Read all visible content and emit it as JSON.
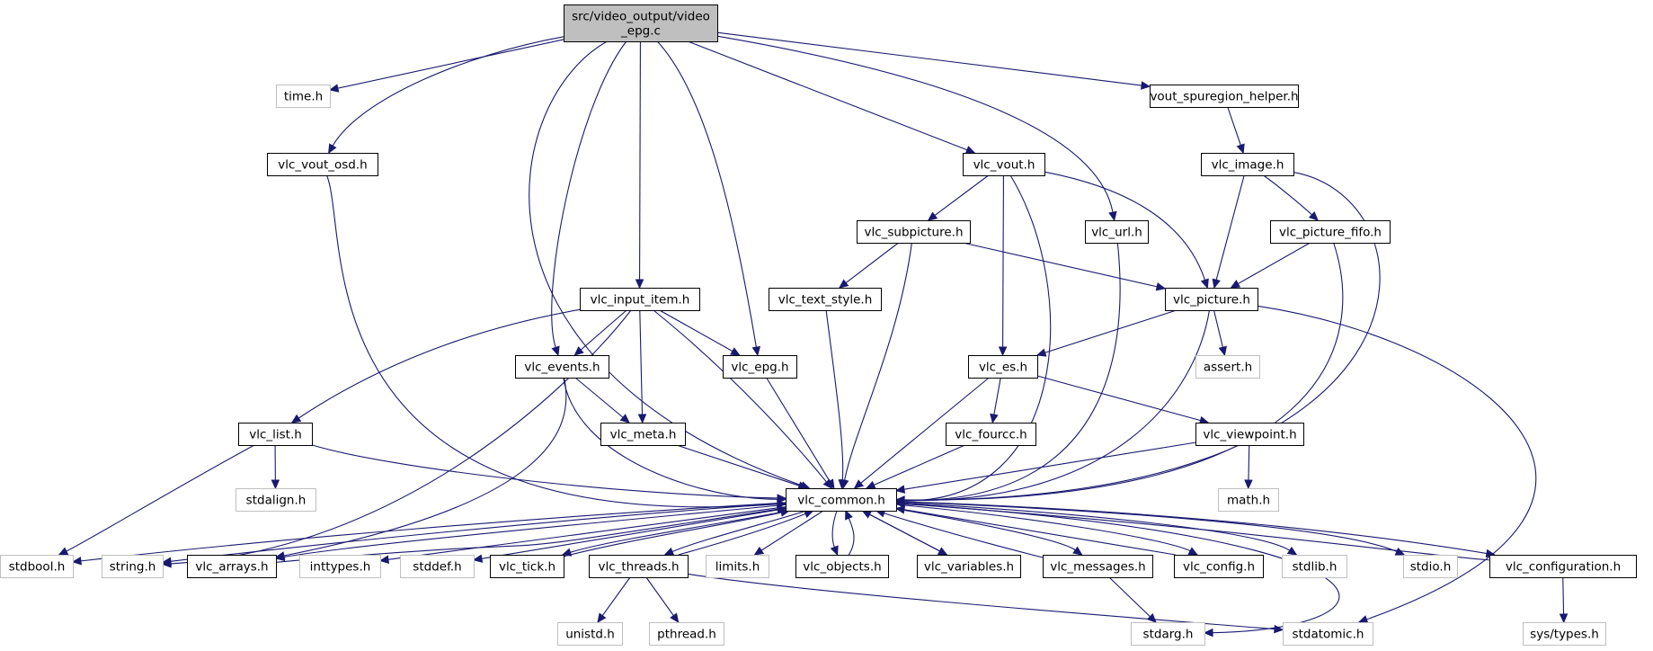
{
  "graph": {
    "root": {
      "id": "root",
      "lines": [
        "src/video_output/video",
        "_epg.c"
      ]
    },
    "nodes": [
      {
        "id": "time",
        "label": "time.h",
        "system": true
      },
      {
        "id": "vout_osd",
        "label": "vlc_vout_osd.h"
      },
      {
        "id": "vlc_vout",
        "label": "vlc_vout.h"
      },
      {
        "id": "spuregion",
        "label": "vout_spuregion_helper.h"
      },
      {
        "id": "vlc_image",
        "label": "vlc_image.h"
      },
      {
        "id": "vlc_subpicture",
        "label": "vlc_subpicture.h"
      },
      {
        "id": "vlc_url",
        "label": "vlc_url.h"
      },
      {
        "id": "vlc_picture_fifo",
        "label": "vlc_picture_fifo.h"
      },
      {
        "id": "vlc_input_item",
        "label": "vlc_input_item.h"
      },
      {
        "id": "vlc_text_style",
        "label": "vlc_text_style.h"
      },
      {
        "id": "vlc_picture",
        "label": "vlc_picture.h"
      },
      {
        "id": "vlc_events",
        "label": "vlc_events.h"
      },
      {
        "id": "vlc_epg",
        "label": "vlc_epg.h"
      },
      {
        "id": "vlc_es",
        "label": "vlc_es.h"
      },
      {
        "id": "assert",
        "label": "assert.h",
        "system": true
      },
      {
        "id": "vlc_list",
        "label": "vlc_list.h"
      },
      {
        "id": "vlc_meta",
        "label": "vlc_meta.h"
      },
      {
        "id": "vlc_fourcc",
        "label": "vlc_fourcc.h"
      },
      {
        "id": "vlc_viewpoint",
        "label": "vlc_viewpoint.h"
      },
      {
        "id": "stdalign",
        "label": "stdalign.h",
        "system": true
      },
      {
        "id": "vlc_common",
        "label": "vlc_common.h"
      },
      {
        "id": "math",
        "label": "math.h",
        "system": true
      },
      {
        "id": "stdbool",
        "label": "stdbool.h",
        "system": true
      },
      {
        "id": "string",
        "label": "string.h",
        "system": true
      },
      {
        "id": "vlc_arrays",
        "label": "vlc_arrays.h"
      },
      {
        "id": "inttypes",
        "label": "inttypes.h",
        "system": true
      },
      {
        "id": "stddef",
        "label": "stddef.h",
        "system": true
      },
      {
        "id": "vlc_tick",
        "label": "vlc_tick.h"
      },
      {
        "id": "vlc_threads",
        "label": "vlc_threads.h"
      },
      {
        "id": "limits",
        "label": "limits.h",
        "system": true
      },
      {
        "id": "vlc_objects",
        "label": "vlc_objects.h"
      },
      {
        "id": "vlc_variables",
        "label": "vlc_variables.h"
      },
      {
        "id": "vlc_messages",
        "label": "vlc_messages.h"
      },
      {
        "id": "vlc_config",
        "label": "vlc_config.h"
      },
      {
        "id": "stdlib",
        "label": "stdlib.h",
        "system": true
      },
      {
        "id": "stdio",
        "label": "stdio.h",
        "system": true
      },
      {
        "id": "vlc_configuration",
        "label": "vlc_configuration.h"
      },
      {
        "id": "unistd",
        "label": "unistd.h",
        "system": true
      },
      {
        "id": "pthread",
        "label": "pthread.h",
        "system": true
      },
      {
        "id": "stdarg",
        "label": "stdarg.h",
        "system": true
      },
      {
        "id": "stdatomic",
        "label": "stdatomic.h",
        "system": true
      },
      {
        "id": "systypes",
        "label": "sys/types.h",
        "system": true
      }
    ],
    "edges": [
      [
        "root",
        "time"
      ],
      [
        "root",
        "vout_osd"
      ],
      [
        "root",
        "vlc_common"
      ],
      [
        "root",
        "vlc_events"
      ],
      [
        "root",
        "vlc_input_item"
      ],
      [
        "root",
        "vlc_epg"
      ],
      [
        "root",
        "vlc_vout"
      ],
      [
        "root",
        "vlc_url"
      ],
      [
        "root",
        "spuregion"
      ],
      [
        "vout_osd",
        "vlc_common"
      ],
      [
        "vlc_vout",
        "vlc_subpicture"
      ],
      [
        "vlc_vout",
        "vlc_es"
      ],
      [
        "vlc_vout",
        "vlc_common"
      ],
      [
        "vlc_vout",
        "vlc_picture"
      ],
      [
        "spuregion",
        "vlc_image"
      ],
      [
        "vlc_image",
        "vlc_picture"
      ],
      [
        "vlc_image",
        "vlc_picture_fifo"
      ],
      [
        "vlc_image",
        "vlc_common"
      ],
      [
        "vlc_picture_fifo",
        "vlc_picture"
      ],
      [
        "vlc_picture_fifo",
        "vlc_common"
      ],
      [
        "vlc_subpicture",
        "vlc_text_style"
      ],
      [
        "vlc_subpicture",
        "vlc_common"
      ],
      [
        "vlc_subpicture",
        "vlc_picture"
      ],
      [
        "vlc_url",
        "vlc_common"
      ],
      [
        "vlc_text_style",
        "vlc_common"
      ],
      [
        "vlc_picture",
        "vlc_es"
      ],
      [
        "vlc_picture",
        "assert"
      ],
      [
        "vlc_picture",
        "vlc_common"
      ],
      [
        "vlc_picture",
        "stdatomic"
      ],
      [
        "vlc_input_item",
        "vlc_list"
      ],
      [
        "vlc_input_item",
        "vlc_events"
      ],
      [
        "vlc_input_item",
        "vlc_meta"
      ],
      [
        "vlc_input_item",
        "vlc_epg"
      ],
      [
        "vlc_input_item",
        "vlc_common"
      ],
      [
        "vlc_input_item",
        "string"
      ],
      [
        "vlc_events",
        "vlc_meta"
      ],
      [
        "vlc_events",
        "vlc_common"
      ],
      [
        "vlc_events",
        "vlc_arrays"
      ],
      [
        "vlc_epg",
        "vlc_common"
      ],
      [
        "vlc_meta",
        "vlc_common"
      ],
      [
        "vlc_es",
        "vlc_fourcc"
      ],
      [
        "vlc_es",
        "vlc_viewpoint"
      ],
      [
        "vlc_es",
        "vlc_common"
      ],
      [
        "vlc_fourcc",
        "vlc_common"
      ],
      [
        "vlc_viewpoint",
        "vlc_common"
      ],
      [
        "vlc_viewpoint",
        "math"
      ],
      [
        "vlc_list",
        "stdalign"
      ],
      [
        "vlc_list",
        "stdbool"
      ],
      [
        "vlc_list",
        "vlc_common"
      ],
      [
        "vlc_common",
        "stdbool"
      ],
      [
        "vlc_common",
        "string"
      ],
      [
        "vlc_common",
        "vlc_arrays"
      ],
      [
        "vlc_common",
        "inttypes"
      ],
      [
        "vlc_common",
        "stddef"
      ],
      [
        "vlc_common",
        "vlc_tick"
      ],
      [
        "vlc_common",
        "vlc_threads"
      ],
      [
        "vlc_common",
        "limits"
      ],
      [
        "vlc_common",
        "vlc_objects"
      ],
      [
        "vlc_common",
        "vlc_variables"
      ],
      [
        "vlc_common",
        "vlc_messages"
      ],
      [
        "vlc_common",
        "vlc_config"
      ],
      [
        "vlc_common",
        "stdlib"
      ],
      [
        "vlc_common",
        "stdio"
      ],
      [
        "vlc_common",
        "vlc_configuration"
      ],
      [
        "vlc_common",
        "stdarg"
      ],
      [
        "vlc_arrays",
        "vlc_common"
      ],
      [
        "vlc_tick",
        "vlc_common"
      ],
      [
        "vlc_threads",
        "vlc_common"
      ],
      [
        "vlc_objects",
        "vlc_common"
      ],
      [
        "vlc_variables",
        "vlc_common"
      ],
      [
        "vlc_messages",
        "vlc_common"
      ],
      [
        "vlc_config",
        "vlc_common"
      ],
      [
        "vlc_configuration",
        "vlc_common"
      ],
      [
        "vlc_threads",
        "unistd"
      ],
      [
        "vlc_threads",
        "pthread"
      ],
      [
        "vlc_threads",
        "stdatomic"
      ],
      [
        "vlc_messages",
        "stdarg"
      ],
      [
        "vlc_configuration",
        "systypes"
      ]
    ]
  }
}
